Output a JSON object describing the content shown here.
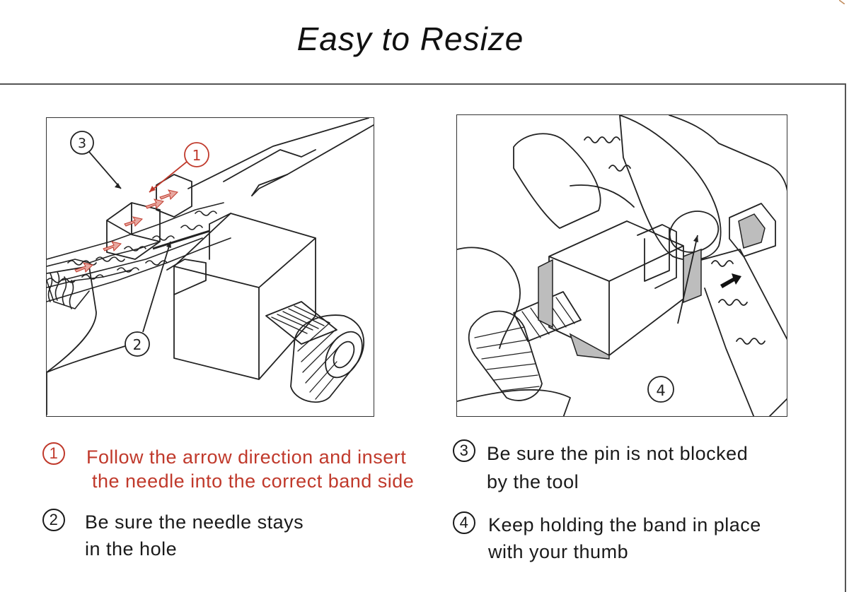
{
  "title": "Easy to Resize",
  "diagram_left": {
    "callouts": [
      {
        "num": "③",
        "color": "#1a1a1a"
      },
      {
        "num": "①",
        "color": "#c0392b"
      },
      {
        "num": "②",
        "color": "#1a1a1a"
      }
    ]
  },
  "diagram_right": {
    "callouts": [
      {
        "num": "④",
        "color": "#1a1a1a"
      }
    ]
  },
  "steps": [
    {
      "num": "1",
      "text": "Follow the arrow direction and insert\n the needle into the correct band side",
      "color": "#c0392b"
    },
    {
      "num": "2",
      "text": "Be sure the needle stays\nin the hole",
      "color": "#1a1a1a"
    },
    {
      "num": "3",
      "text": "Be sure the pin is not blocked\nby the tool",
      "color": "#1a1a1a"
    },
    {
      "num": "4",
      "text": "Keep holding the band in place\nwith your thumb",
      "color": "#1a1a1a"
    }
  ],
  "colors": {
    "accent_red": "#c0392b",
    "arrow_fill": "#e8a8a0",
    "shade_gray": "#bdbdbd",
    "line": "#222222"
  }
}
